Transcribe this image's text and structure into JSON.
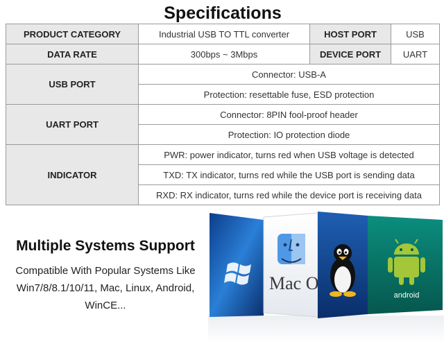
{
  "spec": {
    "title": "Specifications",
    "rows": {
      "product_category": {
        "label": "PRODUCT CATEGORY",
        "value": "Industrial USB TO TTL converter",
        "label2": "HOST PORT",
        "value2": "USB"
      },
      "data_rate": {
        "label": "DATA RATE",
        "value": "300bps ~ 3Mbps",
        "label2": "DEVICE PORT",
        "value2": "UART"
      },
      "usb_port": {
        "label": "USB PORT",
        "values": [
          "Connector: USB-A",
          "Protection: resettable fuse, ESD protection"
        ]
      },
      "uart_port": {
        "label": "UART PORT",
        "values": [
          "Connector: 8PIN fool-proof header",
          "Protection: IO protection diode"
        ]
      },
      "indicator": {
        "label": "INDICATOR",
        "values": [
          "PWR: power indicator, turns red when USB voltage is detected",
          "TXD: TX indicator, turns red while the USB port is sending data",
          "RXD: RX indicator, turns red while the device port is receiving data"
        ]
      }
    }
  },
  "systems": {
    "title": "Multiple Systems Support",
    "line1": "Compatible With Popular Systems Like",
    "line2": "Win7/8/8.1/10/11, Mac, Linux, Android,",
    "line3": "WinCE...",
    "mac_label": "Mac O",
    "android_label": "android",
    "icons": [
      "windows-logo-icon",
      "mac-os-face-icon",
      "linux-tux-icon",
      "android-robot-icon"
    ]
  }
}
